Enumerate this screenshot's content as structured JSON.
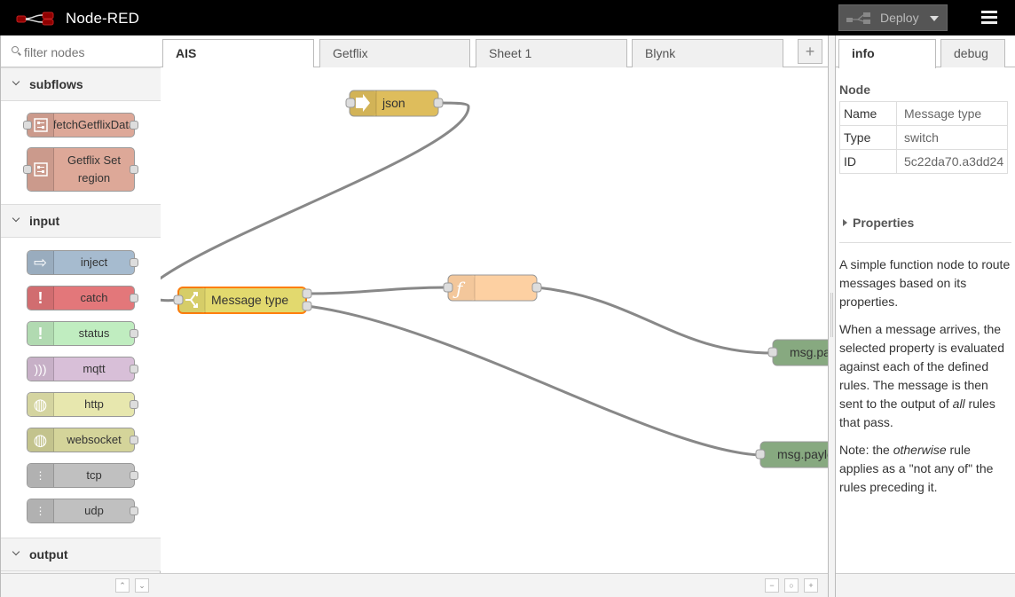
{
  "header": {
    "title": "Node-RED",
    "deploy_label": "Deploy",
    "logo_icon": "node-red-logo-icon",
    "menu_icon": "hamburger-menu-icon"
  },
  "palette": {
    "search_placeholder": "filter nodes",
    "categories": [
      {
        "label": "subflows"
      },
      {
        "label": "input"
      },
      {
        "label": "output"
      }
    ],
    "subflow_nodes": [
      {
        "label": "fetchGetflixData",
        "color": "#dda898"
      },
      {
        "label": "Getflix Set region",
        "color": "#dda898"
      }
    ],
    "input_nodes": [
      {
        "label": "inject",
        "color": "#a6bbcf"
      },
      {
        "label": "catch",
        "color": "#e3777a"
      },
      {
        "label": "status",
        "color": "#c0edc0"
      },
      {
        "label": "mqtt",
        "color": "#d8bfd8"
      },
      {
        "label": "http",
        "color": "#e7e7ae"
      },
      {
        "label": "websocket",
        "color": "#d4d49a"
      },
      {
        "label": "tcp",
        "color": "#c0c0c0"
      },
      {
        "label": "udp",
        "color": "#c0c0c0"
      }
    ]
  },
  "workspace": {
    "tabs": [
      {
        "label": "AIS",
        "active": true
      },
      {
        "label": "Getflix",
        "active": false
      },
      {
        "label": "Sheet 1",
        "active": false
      },
      {
        "label": "Blynk",
        "active": false
      }
    ],
    "add_tab_label": "+",
    "nodes": {
      "json": {
        "label": "json",
        "color": "#debd5c"
      },
      "switch": {
        "label": "Message type",
        "color": "#e2d96e",
        "selected_color": "#ff7f0e"
      },
      "function": {
        "label": "",
        "color": "#fdd0a2"
      },
      "debug1": {
        "label": "msg.payload",
        "color": "#87a980"
      },
      "debug2": {
        "label": "msg.payload",
        "color": "#87a980"
      }
    },
    "zoom_controls": [
      "−",
      "○",
      "+"
    ]
  },
  "sidebar": {
    "tabs": [
      {
        "label": "info",
        "active": true
      },
      {
        "label": "debug",
        "active": false
      }
    ],
    "node_heading": "Node",
    "properties": [
      {
        "key": "Name",
        "value": "Message type"
      },
      {
        "key": "Type",
        "value": "switch"
      },
      {
        "key": "ID",
        "value": "5c22da70.a3dd24"
      }
    ],
    "properties_label": "Properties",
    "help": {
      "p1": "A simple function node to route messages based on its properties.",
      "p2_a": "When a message arrives, the selected property is evaluated against each of the defined rules. The message is then sent to the output of ",
      "p2_em": "all",
      "p2_b": " rules that pass.",
      "p3_a": "Note: the ",
      "p3_em": "otherwise",
      "p3_b": " rule applies as a \"not any of\" the rules preceding it."
    }
  }
}
